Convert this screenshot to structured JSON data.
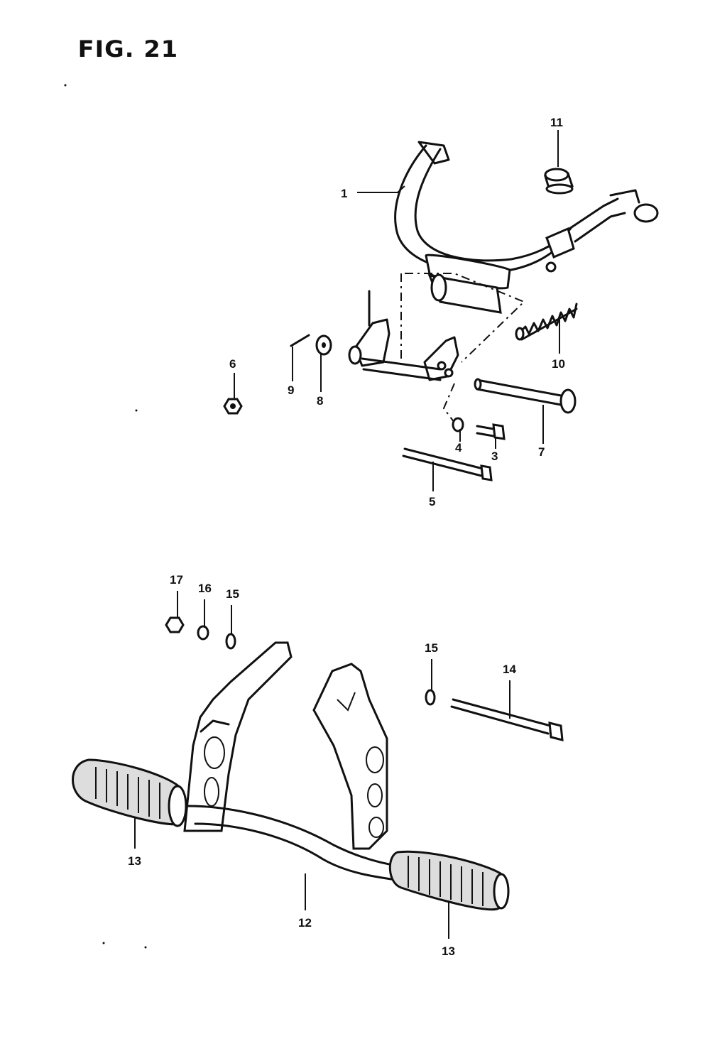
{
  "figure": {
    "title": "FIG. 21"
  },
  "callouts": {
    "c1": "1",
    "c3": "3",
    "c4": "4",
    "c5": "5",
    "c6": "6",
    "c7": "7",
    "c8": "8",
    "c9": "9",
    "c10": "10",
    "c11": "11",
    "c12": "12",
    "c13a": "13",
    "c13b": "13",
    "c14": "14",
    "c15a": "15",
    "c15b": "15",
    "c16": "16",
    "c17": "17"
  }
}
